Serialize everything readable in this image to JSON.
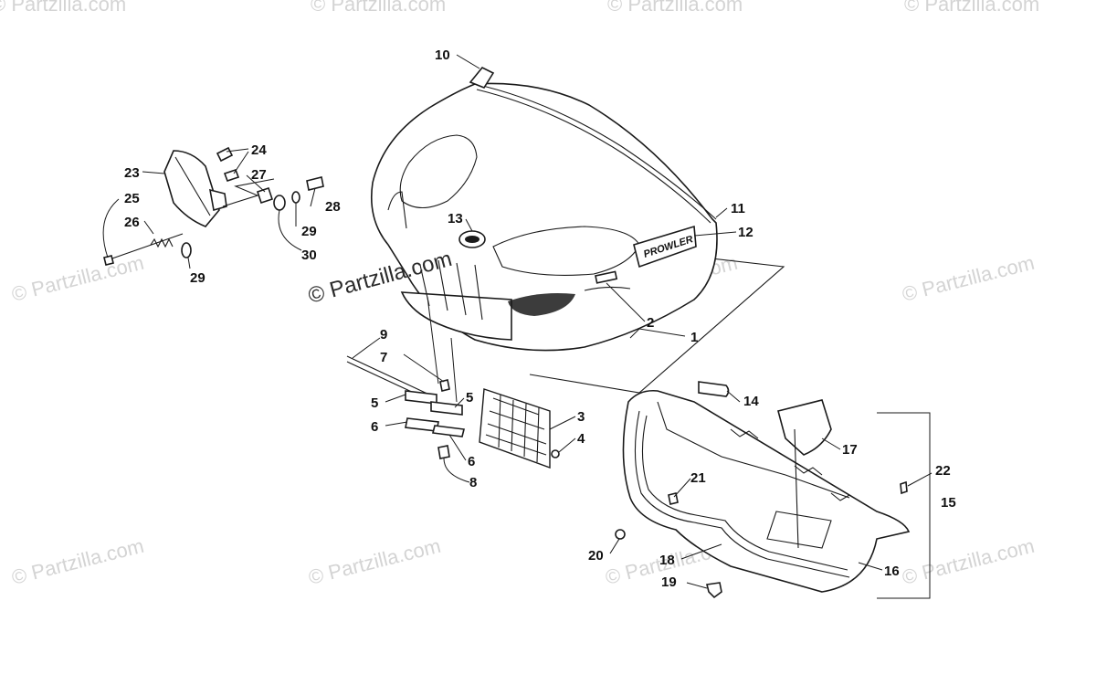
{
  "watermark": {
    "text": "© Partzilla.com",
    "brand_color": "#d4d4d4"
  },
  "hood_decal": {
    "text": "PROWLER"
  },
  "callouts": [
    {
      "id": "c1",
      "label": "1"
    },
    {
      "id": "c2",
      "label": "2"
    },
    {
      "id": "c3",
      "label": "3"
    },
    {
      "id": "c4",
      "label": "4"
    },
    {
      "id": "c5a",
      "label": "5"
    },
    {
      "id": "c5b",
      "label": "5"
    },
    {
      "id": "c6a",
      "label": "6"
    },
    {
      "id": "c6b",
      "label": "6"
    },
    {
      "id": "c7",
      "label": "7"
    },
    {
      "id": "c8",
      "label": "8"
    },
    {
      "id": "c9",
      "label": "9"
    },
    {
      "id": "c10",
      "label": "10"
    },
    {
      "id": "c11",
      "label": "11"
    },
    {
      "id": "c12",
      "label": "12"
    },
    {
      "id": "c13",
      "label": "13"
    },
    {
      "id": "c14",
      "label": "14"
    },
    {
      "id": "c15",
      "label": "15"
    },
    {
      "id": "c16",
      "label": "16"
    },
    {
      "id": "c17",
      "label": "17"
    },
    {
      "id": "c18",
      "label": "18"
    },
    {
      "id": "c19",
      "label": "19"
    },
    {
      "id": "c20",
      "label": "20"
    },
    {
      "id": "c21",
      "label": "21"
    },
    {
      "id": "c22",
      "label": "22"
    },
    {
      "id": "c23",
      "label": "23"
    },
    {
      "id": "c24",
      "label": "24"
    },
    {
      "id": "c25",
      "label": "25"
    },
    {
      "id": "c26",
      "label": "26"
    },
    {
      "id": "c27",
      "label": "27"
    },
    {
      "id": "c28",
      "label": "28"
    },
    {
      "id": "c29a",
      "label": "29"
    },
    {
      "id": "c29b",
      "label": "29"
    },
    {
      "id": "c30",
      "label": "30"
    }
  ]
}
